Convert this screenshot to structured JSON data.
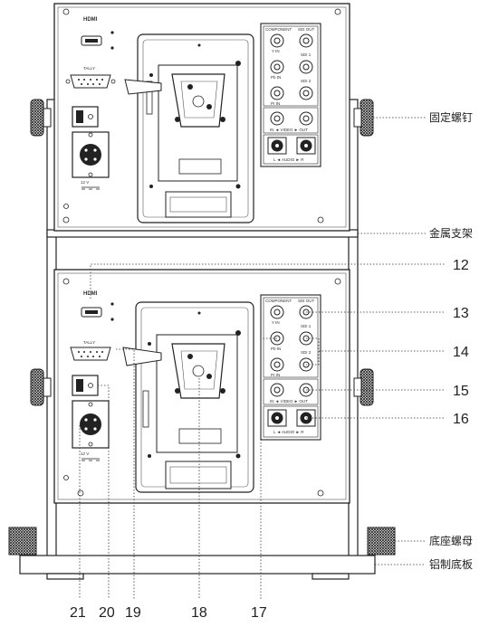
{
  "labels": {
    "fixing_screw": "固定螺钉",
    "metal_bracket": "金属支架",
    "base_nut": "底座螺母",
    "aluminum_base": "铝制底板"
  },
  "callouts": {
    "c12": "12",
    "c13": "13",
    "c14": "14",
    "c15": "15",
    "c16": "16",
    "c17": "17",
    "c18": "18",
    "c19": "19",
    "c20": "20",
    "c21": "21"
  },
  "panel": {
    "hdmi": "HDMI",
    "tally": "TALLY",
    "component": "COMPONENT",
    "sdi_out": "SDI OUT",
    "y_in": "Y IN",
    "sdi1": "SDI 1",
    "pb_in": "Pb IN",
    "sdi2": "SDI 2",
    "pr_in": "Pr IN",
    "video": "IN ◄ VIDEO ► OUT",
    "audio": "L ◄ AUDIO ► R",
    "power": "12 V"
  }
}
